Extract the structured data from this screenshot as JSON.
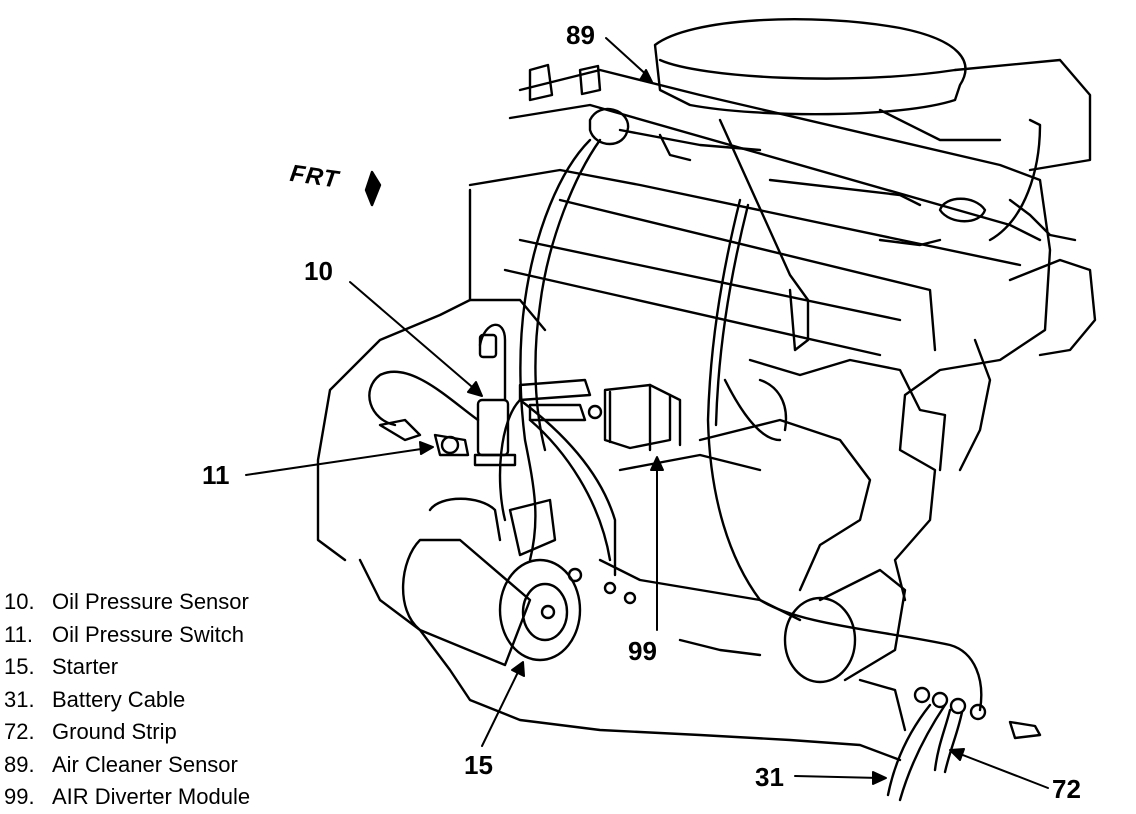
{
  "diagram": {
    "orientation_label": "FRT",
    "callouts": {
      "c89": "89",
      "c10": "10",
      "c11": "11",
      "c99": "99",
      "c15": "15",
      "c31": "31",
      "c72": "72"
    },
    "legend": [
      {
        "num": "10.",
        "label": "Oil Pressure Sensor"
      },
      {
        "num": "11.",
        "label": "Oil Pressure Switch"
      },
      {
        "num": "15.",
        "label": "Starter"
      },
      {
        "num": "31.",
        "label": "Battery Cable"
      },
      {
        "num": "72.",
        "label": "Ground Strip"
      },
      {
        "num": "89.",
        "label": "Air Cleaner Sensor"
      },
      {
        "num": "99.",
        "label": "AIR Diverter Module"
      }
    ],
    "colors": {
      "ink": "#000000",
      "paper": "#ffffff"
    }
  }
}
